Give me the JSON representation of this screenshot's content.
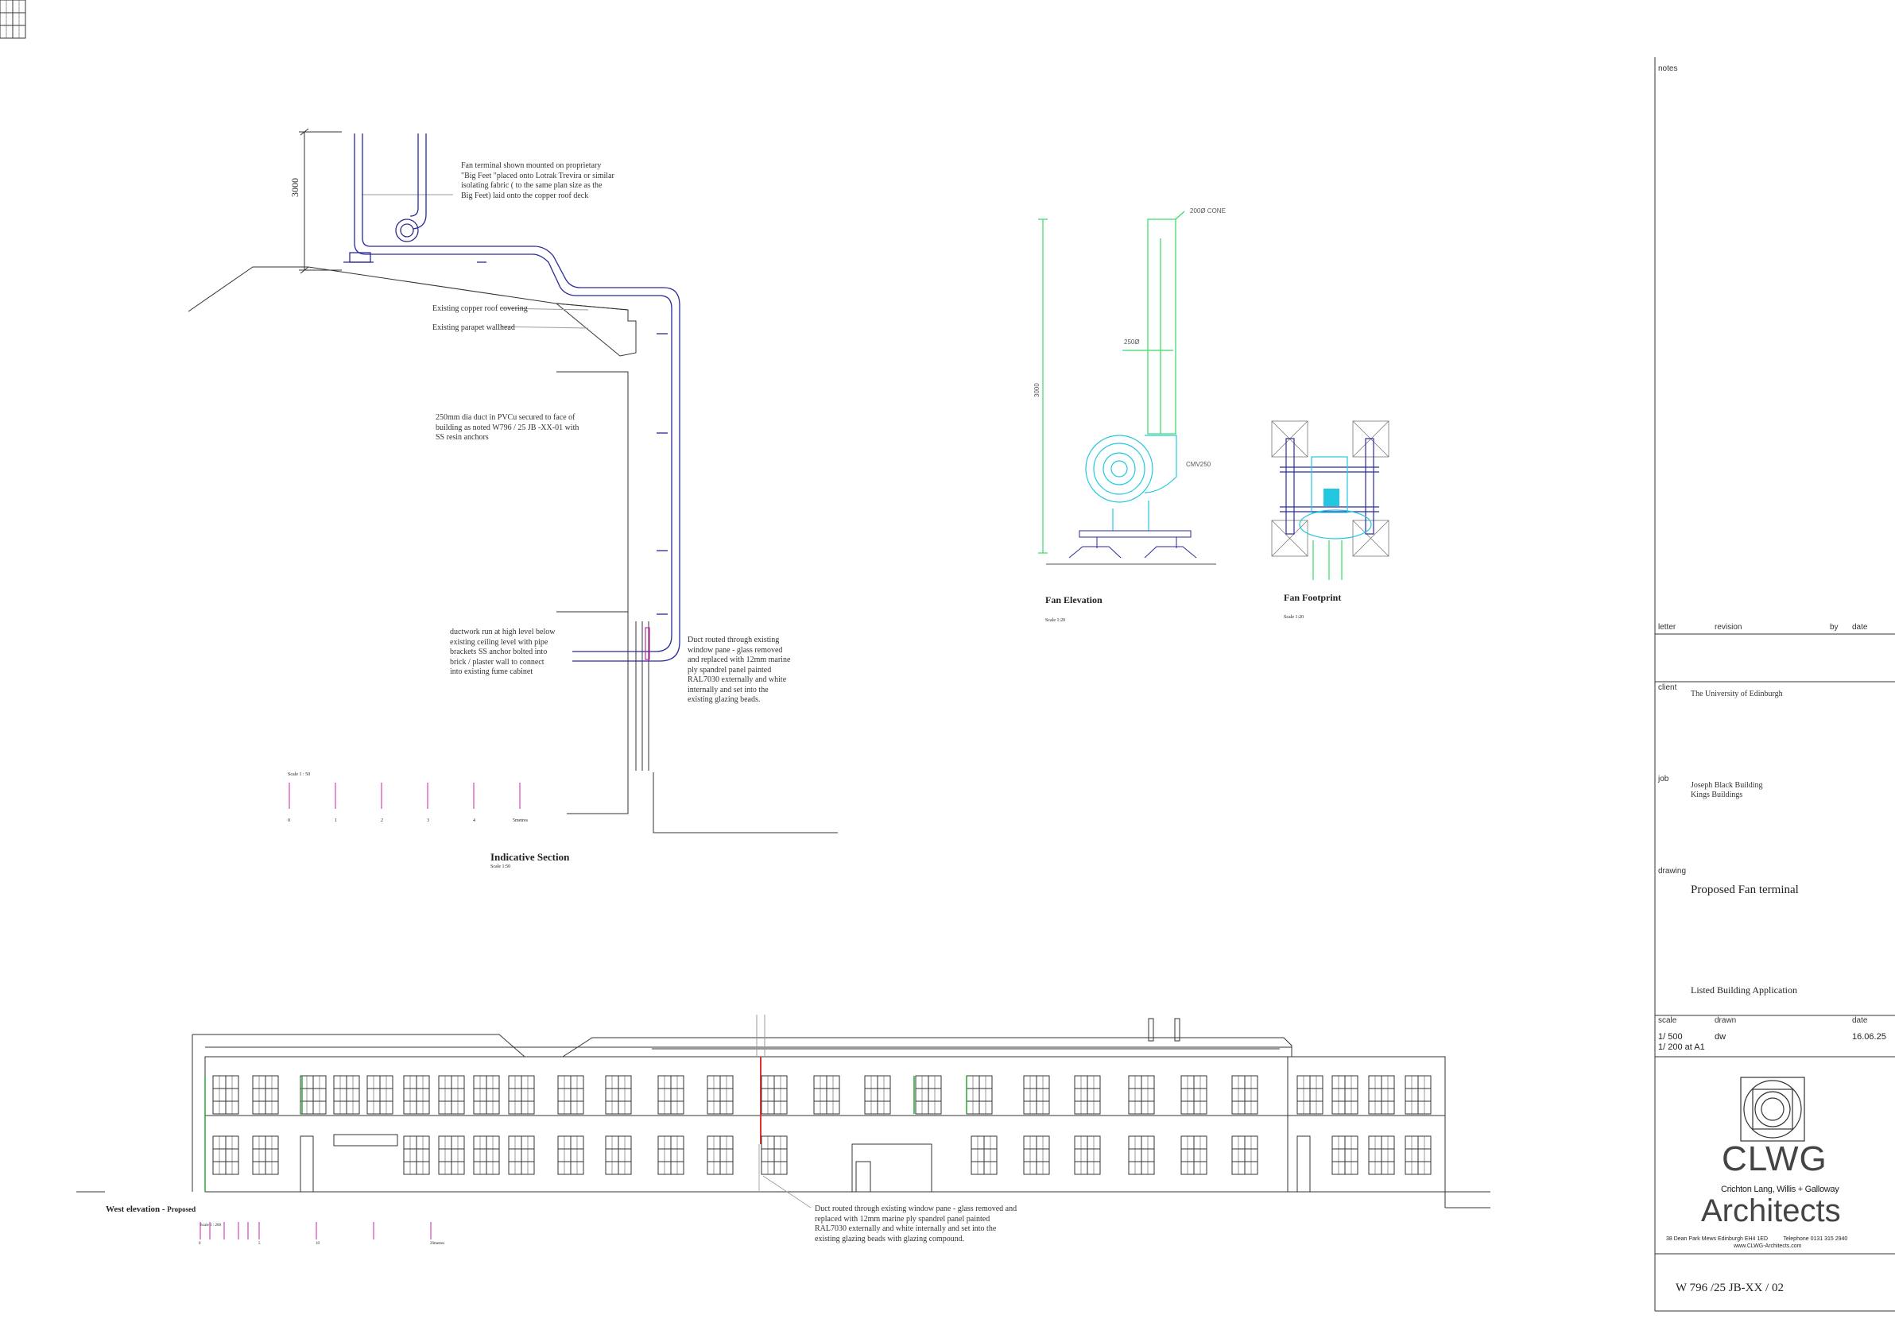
{
  "section": {
    "dim_3000": "3000",
    "note_fan_terminal": "Fan terminal shown mounted on proprietary\n\"Big Feet \"placed onto Lotrak Trevira or similar\nisolating fabric ( to the same plan size as the\nBig Feet)  laid onto the copper roof deck",
    "note_roof": "Existing copper roof  covering",
    "note_parapet": "Existing parapet wallhead",
    "note_duct": "250mm dia duct in PVCu secured to face of\nbuilding as noted W796 / 25 JB -XX-01 with\nSS resin anchors",
    "note_ductwork": "ductwork run at high level below\nexisting ceiling level with pipe\nbrackets SS anchor bolted into\nbrick / plaster wall  to connect\ninto existing fume cabinet",
    "note_window": "Duct routed through existing\nwindow pane - glass removed\nand replaced with 12mm marine\nply spandrel panel painted\nRAL7030 externally and white\ninternally and set into the\nexisting glazing beads.",
    "scale_label": "Scale  1 : 50",
    "scale_ticks": [
      "0",
      "1",
      "2",
      "3",
      "4",
      "5metres"
    ],
    "title": "Indicative  Section",
    "title_scale": "Scale 1:50"
  },
  "fan_elevation": {
    "cone_label": "200Ø CONE",
    "dia_label": "250Ø",
    "dim_3000": "3000",
    "model_label": "CMV250",
    "title": "Fan Elevation",
    "title_scale": "Scale 1:20"
  },
  "fan_footprint": {
    "title": "Fan Footprint",
    "title_scale": "Scale 1:20"
  },
  "west_elevation": {
    "title_main": "West elevation - ",
    "title_sub": "Proposed",
    "scale_label": "Scale  1 : 200",
    "scale_ticks": [
      "0",
      "",
      "",
      "",
      "5",
      "10",
      "",
      "20metres"
    ],
    "note": "Duct routed through existing window pane - glass removed and\nreplaced with 12mm marine ply spandrel panel painted\nRAL7030 externally and white internally and set into the\nexisting glazing beads with  glazing compound."
  },
  "title_block": {
    "notes_label": "notes",
    "letter_label": "letter",
    "revision_label": "revision",
    "by_label": "by",
    "date_label": "date",
    "client_label": "client",
    "client_value": "The University of Edinburgh",
    "job_label": "job",
    "job_value": "Joseph Black Building\nKings Buildings",
    "drawing_label": "drawing",
    "drawing_value": "Proposed Fan terminal",
    "application": "Listed Building Application",
    "scale_label": "scale",
    "drawn_label": "drawn",
    "date2_label": "date",
    "scale_value": "1/ 500\n1/ 200 at A1",
    "drawn_value": "dw",
    "date_value": "16.06.25",
    "logo_text": "CLWG",
    "logo_sub": "Crichton Lang, Willis + Galloway",
    "logo_architects": "Architects",
    "address": "38 Dean Park Mews Edinburgh EH4 1ED          Telephone 0131 315 2940",
    "website": "www.CLWG-Architects.com",
    "drawing_number": "W 796 /25 JB-XX  / 02"
  },
  "colors": {
    "duct_blue": "#2a2a9a",
    "fan_green": "#33dd66",
    "fan_cyan": "#22c8e0",
    "tick_magenta": "#cc22aa",
    "window_green": "#22aa33",
    "duct_red": "#e23030"
  }
}
